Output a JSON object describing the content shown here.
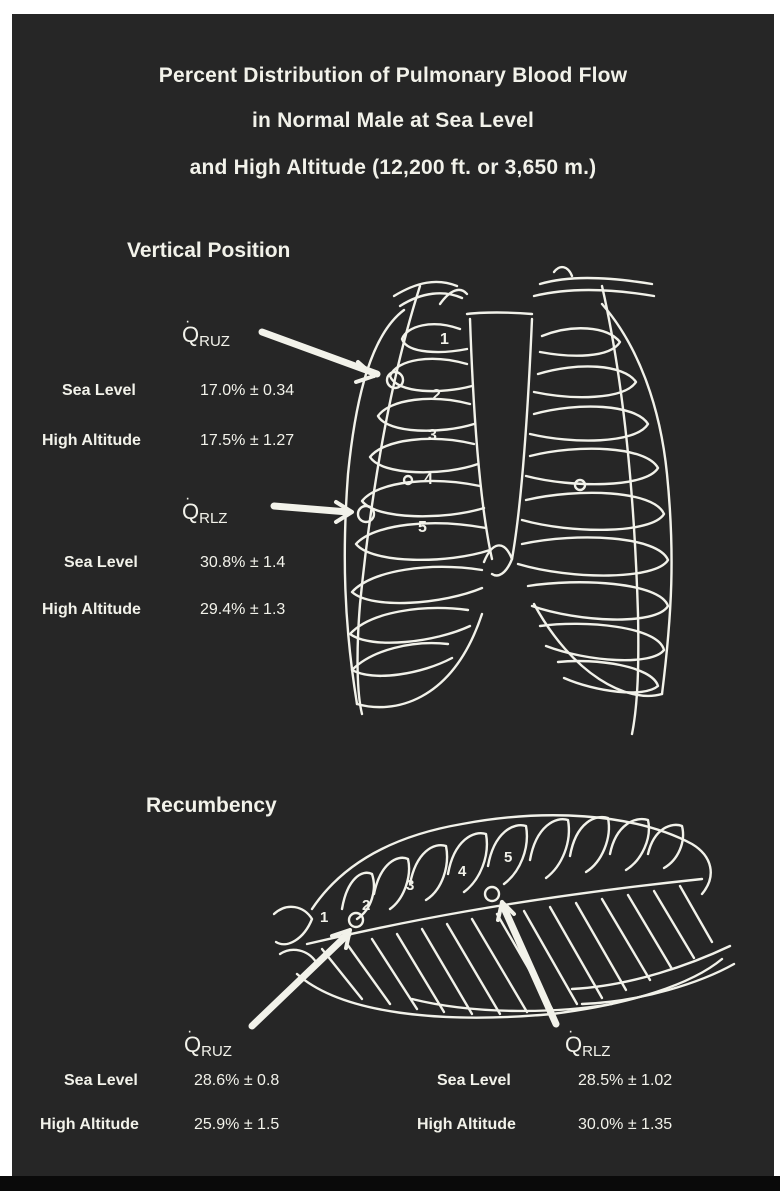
{
  "title": {
    "line1": "Percent Distribution of Pulmonary Blood Flow",
    "line2": "in Normal Male at Sea Level",
    "line3": "and High Altitude (12,200 ft. or 3,650 m.)"
  },
  "vertical": {
    "heading": "Vertical Position",
    "ruz": {
      "symbol": "Q",
      "subscript": "RUZ",
      "sea_label": "Sea Level",
      "sea_value": "17.0% ± 0.34",
      "alt_label": "High Altitude",
      "alt_value": "17.5% ± 1.27"
    },
    "rlz": {
      "symbol": "Q",
      "subscript": "RLZ",
      "sea_label": "Sea Level",
      "sea_value": "30.8% ± 1.4",
      "alt_label": "High Altitude",
      "alt_value": "29.4% ± 1.3"
    },
    "rib_numbers": [
      "1",
      "2",
      "3",
      "4",
      "5"
    ]
  },
  "recumbency": {
    "heading": "Recumbency",
    "ruz": {
      "symbol": "Q",
      "subscript": "RUZ",
      "sea_label": "Sea Level",
      "sea_value": "28.6% ± 0.8",
      "alt_label": "High Altitude",
      "alt_value": "25.9% ± 1.5"
    },
    "rlz": {
      "symbol": "Q",
      "subscript": "RLZ",
      "sea_label": "Sea Level",
      "sea_value": "28.5% ± 1.02",
      "alt_label": "High Altitude",
      "alt_value": "30.0% ± 1.35"
    },
    "rib_numbers": [
      "1",
      "2",
      "3",
      "4",
      "5"
    ]
  },
  "colors": {
    "background": "#262626",
    "ink": "#f2f2ea"
  }
}
